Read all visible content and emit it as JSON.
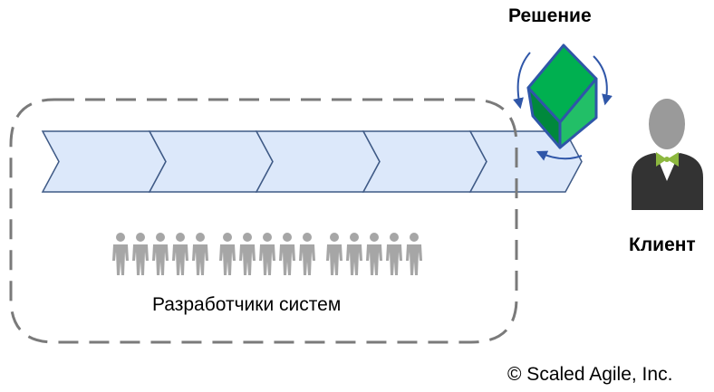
{
  "labels": {
    "solution": "Решение",
    "customer": "Клиент",
    "developers": "Разработчики систем",
    "copyright": "© Scaled Agile, Inc."
  },
  "icons": {
    "solution": "cube-icon",
    "customer": "person-bowtie-icon",
    "developer": "person-icon",
    "rotation": "rotation-arrow-icon"
  },
  "value_stream": {
    "segments": 5
  },
  "team": {
    "people": 15
  },
  "colors": {
    "chevron_fill": "#dce8fa",
    "chevron_stroke": "#3f5a86",
    "person_gray": "#a6a6a6",
    "dashed_border": "#7a7a7a",
    "cube_front": "#00883c",
    "cube_top": "#00b050",
    "cube_side": "#22bf67",
    "cube_edge": "#2f56a8",
    "suit": "#333333",
    "bowtie": "#8db83f",
    "head": "#9a9a9a"
  }
}
